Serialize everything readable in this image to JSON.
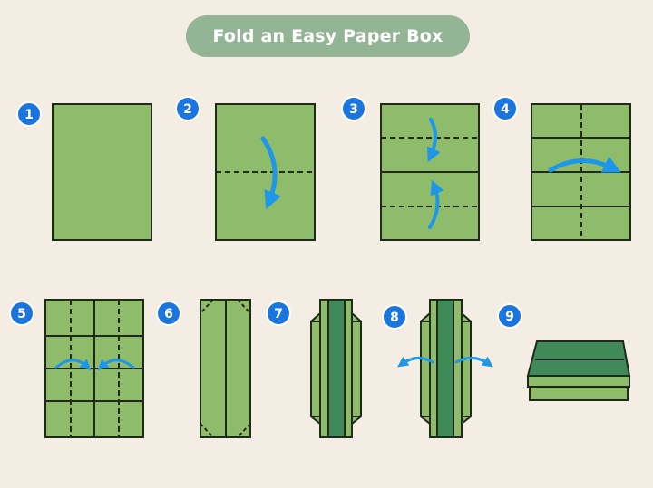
{
  "title": "Fold an Easy Paper Box",
  "steps": [
    "1",
    "2",
    "3",
    "4",
    "5",
    "6",
    "7",
    "8",
    "9"
  ],
  "colors": {
    "background": "#f3ede4",
    "pill": "#93b596",
    "paper": "#8fbc6a",
    "paper_dark": "#3f8a58",
    "arrow": "#1e97e8",
    "badge": "#1a76de",
    "line": "#1f2a1c"
  }
}
